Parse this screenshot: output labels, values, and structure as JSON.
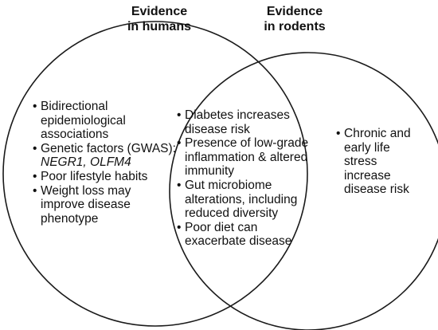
{
  "titles": {
    "humans": "Evidence\nin humans",
    "rodents": "Evidence\nin rodents"
  },
  "humans_only": {
    "items": [
      {
        "text": "Bidirectional epidemiological associations"
      },
      {
        "text": "Genetic factors (GWAS): ",
        "italic": "NEGR1, OLFM4"
      },
      {
        "text": "Poor lifestyle habits"
      },
      {
        "text": "Weight loss may improve disease phenotype"
      }
    ]
  },
  "overlap": {
    "items": [
      {
        "text": "Diabetes increases disease risk"
      },
      {
        "text": "Presence of low-grade inflammation & altered immunity"
      },
      {
        "text": "Gut microbiome alterations, including reduced diversity"
      },
      {
        "text": "Poor diet can exacerbate disease"
      }
    ]
  },
  "rodents_only": {
    "items": [
      {
        "text": "Chronic and early life stress increase disease risk"
      }
    ]
  },
  "colors": {
    "stroke": "#1a1a1a",
    "text": "#111111"
  }
}
